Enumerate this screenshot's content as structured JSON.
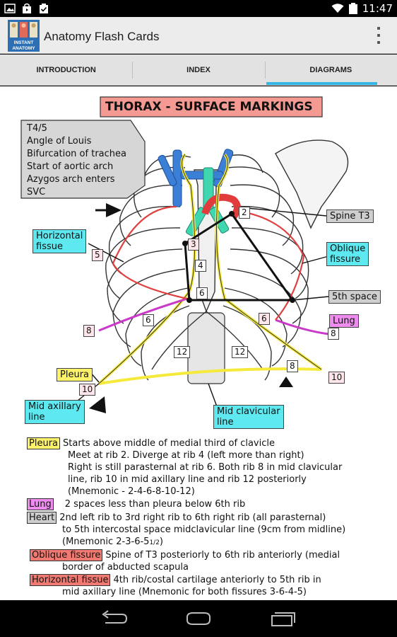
{
  "status_bar": {
    "time": "11:47"
  },
  "app": {
    "title": "Anatomy Flash Cards",
    "icon_text_1": "INSTANT",
    "icon_text_2": "ANATOMY"
  },
  "tabs": [
    {
      "label": "INTRODUCTION",
      "active": false
    },
    {
      "label": "INDEX",
      "active": false
    },
    {
      "label": "DIAGRAMS",
      "active": true
    }
  ],
  "diagram": {
    "title": "THORAX - SURFACE MARKINGS",
    "t45_lines": [
      "T4/5",
      "Angle of Louis",
      "Bifurcation of trachea",
      "Start of aortic arch",
      "Azygos arch enters",
      "SVC"
    ],
    "labels": {
      "horizontal_fissue": [
        "Horizontal",
        "fissue"
      ],
      "spine_t3": "Spine T3",
      "oblique_fissure": [
        "Oblique",
        "fissure"
      ],
      "fifth_space": "5th space",
      "lung": "Lung",
      "pleura": "Pleura",
      "mid_axillary": [
        "Mid axillary",
        "line"
      ],
      "mid_clavicular": [
        "Mid clavicular",
        "line"
      ]
    },
    "numbers": {
      "n2": "2",
      "n3": "3",
      "n4": "4",
      "n5": "5",
      "n6a": "6",
      "n6b": "6",
      "n6c": "6",
      "n8a": "8",
      "n8b": "8",
      "n8c": "8",
      "n10a": "10",
      "n10b": "10",
      "n12a": "12",
      "n12b": "12"
    }
  },
  "notes": {
    "pleura_tag": "Pleura",
    "pleura_lines": [
      "Starts above middle of medial third of clavicle",
      "Meet at rib 2. Diverge at rib 4 (left more than right)",
      "Right is still parasternal at rib 6. Both rib 8 in mid clavicular",
      "line, rib 10 in mid axillary line and rib 12 posteriorly",
      "(Mnemonic - 2-4-6-8-10-12)"
    ],
    "lung_tag": "Lung",
    "lung_line": "2 spaces less than pleura below 6th rib",
    "heart_tag": "Heart",
    "heart_lines": [
      "2nd left rib to 3rd right rib to 6th right rib (all parasternal)",
      "to 5th intercostal space midclavicular line (9cm from midline)",
      "(Mnemonic 2-3-6-5"
    ],
    "heart_fraction": "1/2",
    "heart_close": ")",
    "oblique_tag": "Oblique fissure",
    "oblique_lines": [
      "Spine of T3 posteriorly to 6th rib anteriorly (medial",
      "border of abducted scapula"
    ],
    "horizontal_tag": "Horizontal fissue",
    "horizontal_lines": [
      "4th rib/costal cartilage anteriorly to 5th rib in",
      "mid axillary line  (Mnemonic for both fissures 3-6-4-5)"
    ]
  },
  "colors": {
    "accent": "#33b5e5",
    "cyan_label": "#5ee8f0",
    "yellow_label": "#fff36a",
    "pink_label": "#ef8cf0",
    "red_label": "#f07a72"
  }
}
